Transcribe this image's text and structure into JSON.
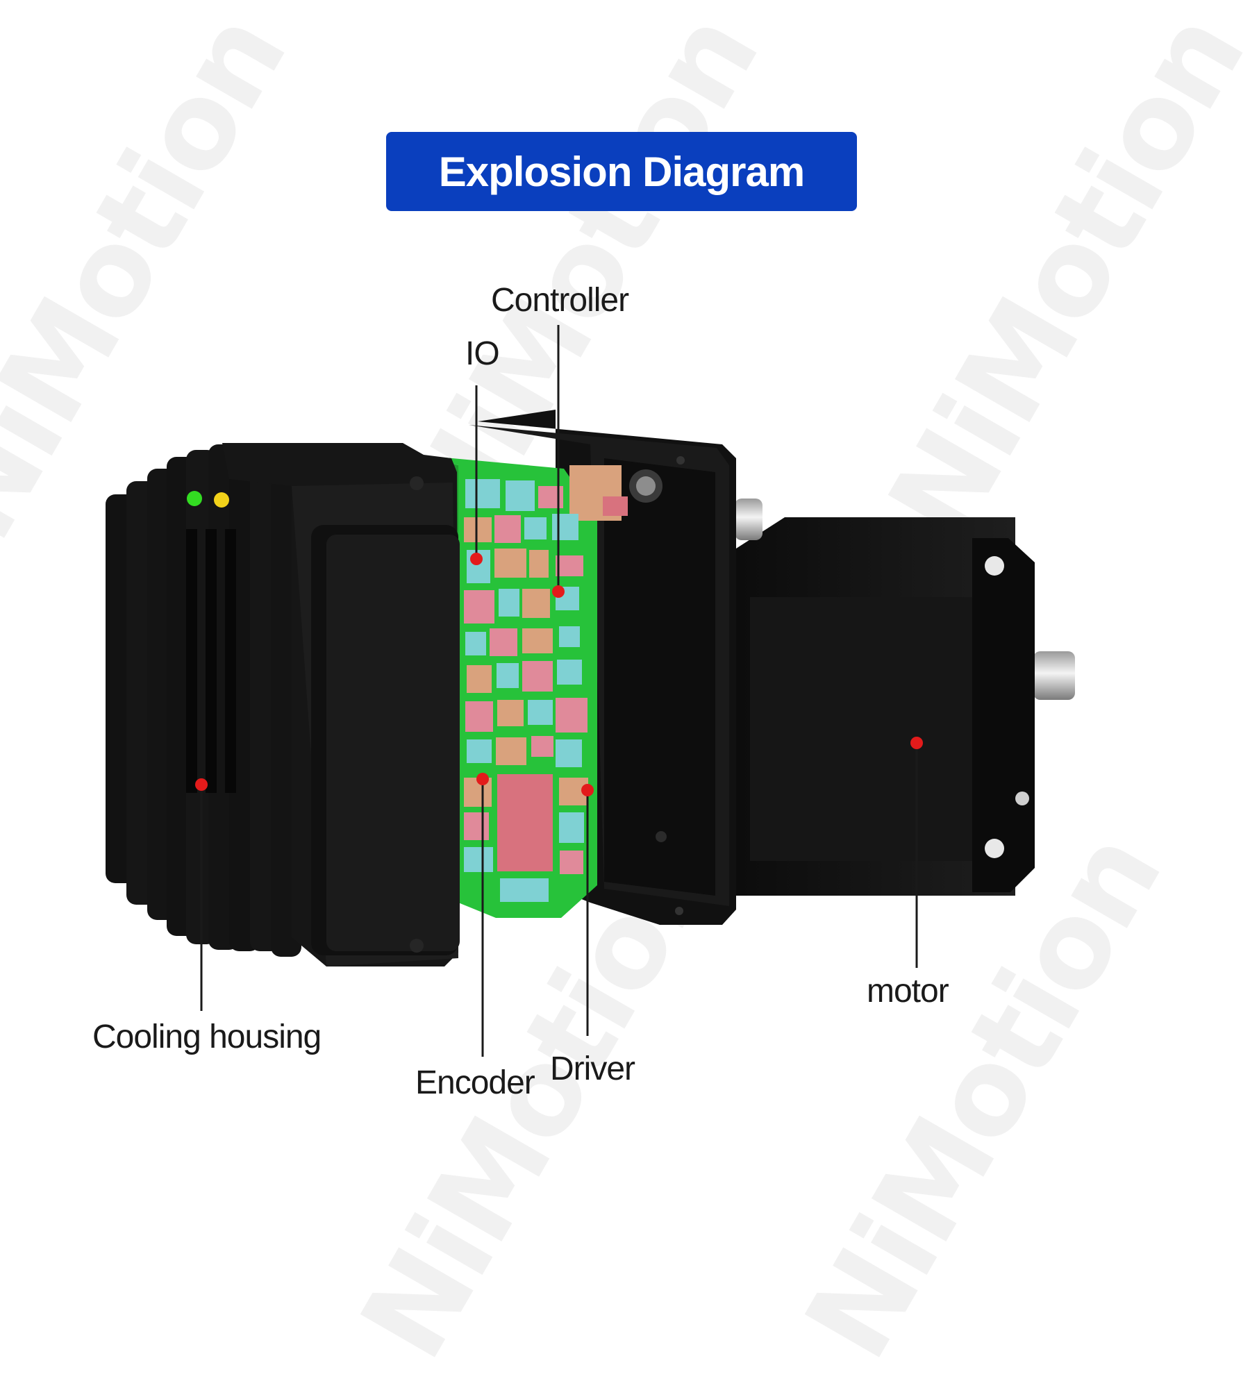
{
  "title": "Explosion Diagram",
  "watermark": "NiMotion",
  "colors": {
    "banner": "#0a3fbe",
    "pcb": "#27c23a",
    "housing": "#141414",
    "callout_dot": "#e31b1b",
    "led_green": "#33dd22",
    "led_yellow": "#f2d21a"
  },
  "labels": {
    "controller": "Controller",
    "io": "IO",
    "cooling_housing": "Cooling housing",
    "encoder": "Encoder",
    "driver": "Driver",
    "motor": "motor"
  }
}
